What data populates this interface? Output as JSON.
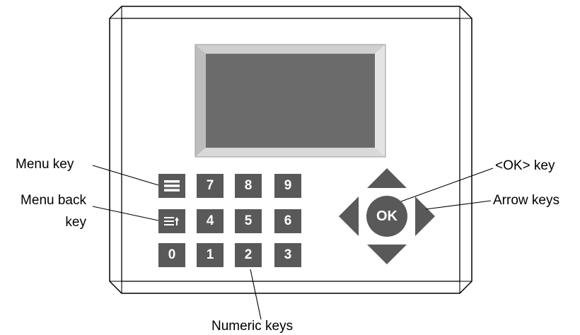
{
  "callouts": {
    "menu_key": "Menu key",
    "menu_back_key_line1": "Menu back",
    "menu_back_key_line2": "key",
    "ok_key": "<OK> key",
    "arrow_keys": "Arrow keys",
    "numeric_keys": "Numeric keys"
  },
  "keypad": {
    "row1": [
      "7",
      "8",
      "9"
    ],
    "row2": [
      "4",
      "5",
      "6"
    ],
    "row3": [
      "0",
      "1",
      "2",
      "3"
    ]
  },
  "ok_button": {
    "label": "OK"
  },
  "icons": {
    "menu": "menu-icon",
    "menu_back": "menu-back-icon",
    "arrow_up": "arrow-up-icon",
    "arrow_down": "arrow-down-icon",
    "arrow_left": "arrow-left-icon",
    "arrow_right": "arrow-right-icon"
  },
  "colors": {
    "key": "#595959",
    "screen": "#6b6b6b",
    "bezel": "#d4d4d4",
    "outline": "#000000"
  }
}
